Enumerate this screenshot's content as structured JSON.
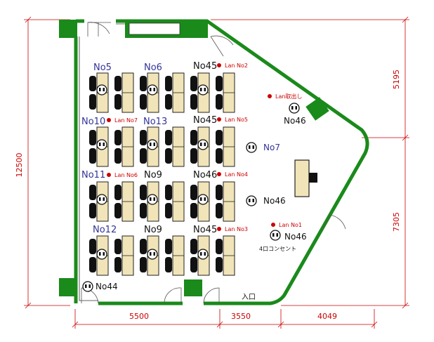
{
  "dimensions": {
    "bottom_1": "5500",
    "bottom_2": "3550",
    "bottom_3": "4049",
    "left_height": "12500",
    "right_upper": "5195",
    "right_lower": "7305"
  },
  "seat_numbers": {
    "no5": "No5",
    "no6": "No6",
    "no45_row1": "No45",
    "no10": "No10",
    "no13": "No13",
    "no45_row2": "No45",
    "no11": "No11",
    "no9_row3": "No9",
    "no46_row3": "No46",
    "no12": "No12",
    "no9_row4": "No9",
    "no45_row4": "No45"
  },
  "lan_labels": {
    "lan2": "Lan No2",
    "lan_out": "Lan取出し",
    "lan7": "Lan No7",
    "lan5": "Lan No5",
    "lan6": "Lan No6",
    "lan4": "Lan No4",
    "lan1": "Lan No1",
    "lan3": "Lan No3"
  },
  "outlets": {
    "no46_top": "No46",
    "no7": "No7",
    "no46_mid": "No46",
    "no46_low": "No46",
    "no44": "No44"
  },
  "notes": {
    "four_outlet": "4口コンセント",
    "entrance": "入口"
  },
  "colors": {
    "wall": "#1a8a1a",
    "desk": "#f1e4b8",
    "dimension": "#cc0000",
    "seat_number": "#333399",
    "lan_dot": "#cc0000"
  }
}
